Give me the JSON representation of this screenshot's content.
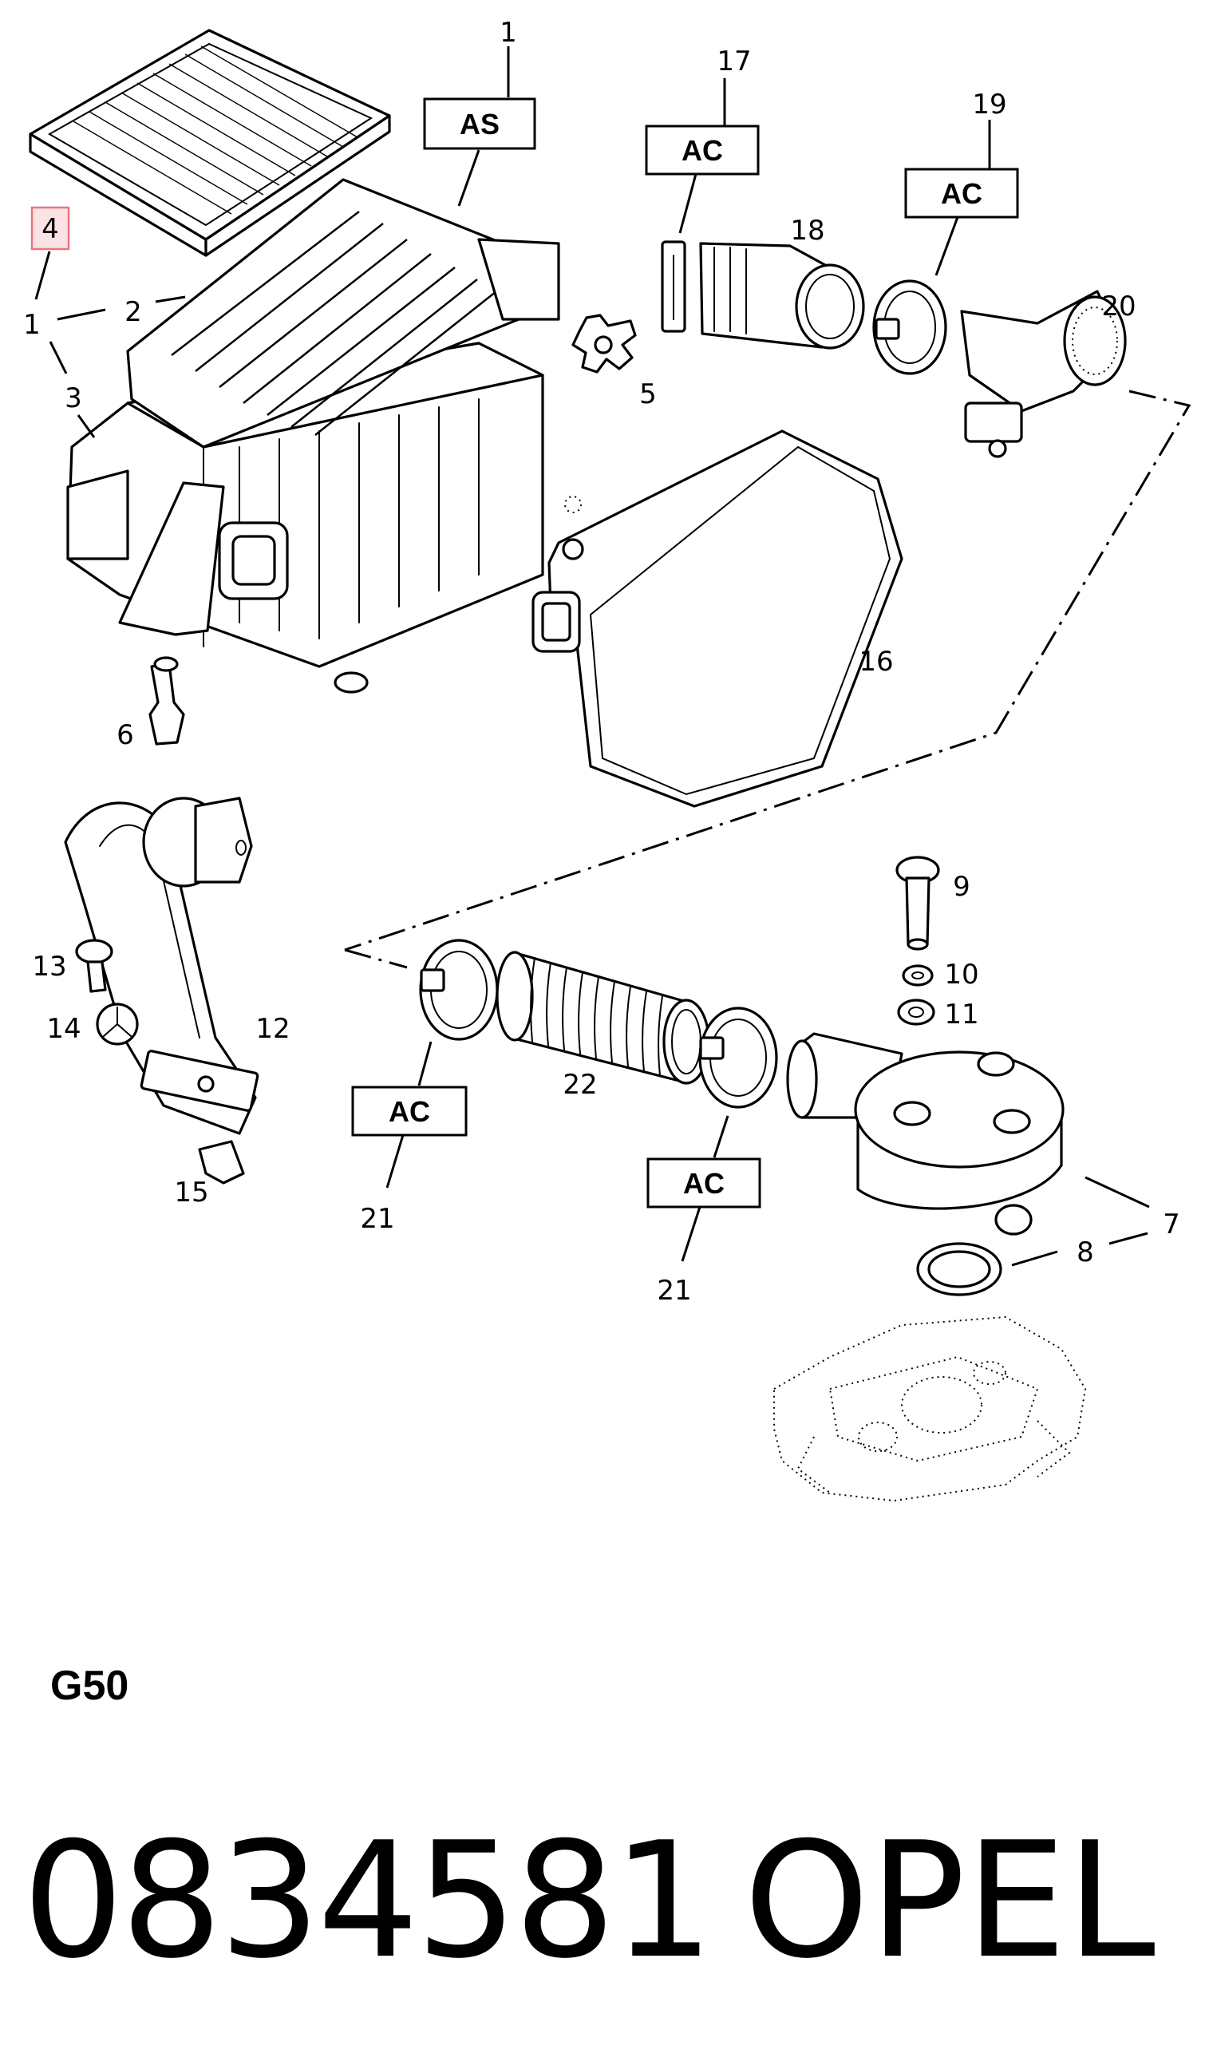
{
  "diagram": {
    "callouts": {
      "c1_top": "1",
      "c1_left": "1",
      "c2": "2",
      "c3": "3",
      "c4": "4",
      "c5": "5",
      "c6": "6",
      "c7": "7",
      "c8": "8",
      "c9": "9",
      "c10": "10",
      "c11": "11",
      "c12": "12",
      "c13": "13",
      "c14": "14",
      "c15": "15",
      "c16": "16",
      "c17": "17",
      "c18": "18",
      "c19": "19",
      "c20": "20",
      "c21_left": "21",
      "c21_right": "21",
      "c22": "22"
    },
    "boxed_labels": {
      "as_box": "AS",
      "ac_box_17": "AC",
      "ac_box_19": "AC",
      "ac_box_21_left": "AC",
      "ac_box_21_right": "AC"
    },
    "highlight_color": "#e8777f"
  },
  "footer": {
    "section_code": "G50",
    "part_number": "0834581",
    "brand": "OPEL"
  }
}
